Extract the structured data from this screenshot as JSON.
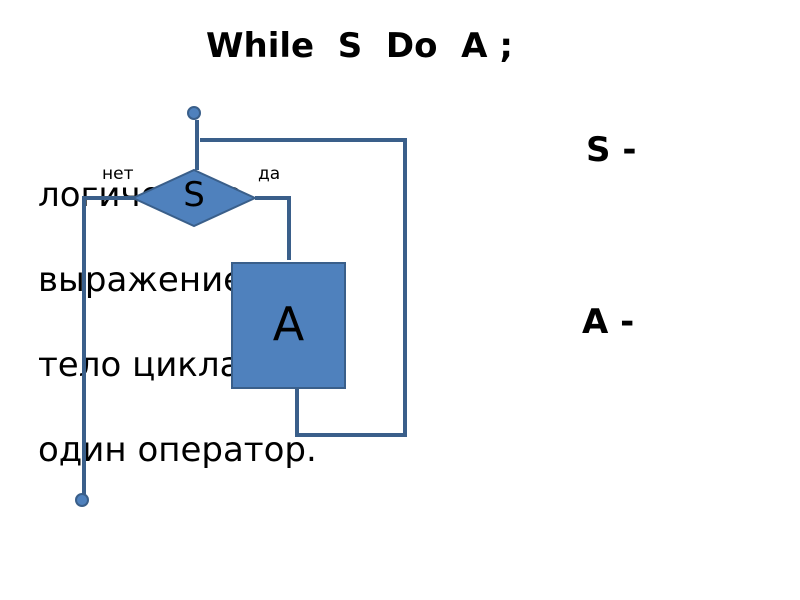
{
  "title": "While  S  Do  A ;",
  "body_lines": [
    "логическое",
    "выражение;",
    "тело цикла –",
    "один оператор."
  ],
  "side_labels": {
    "s": "S -",
    "a": "A -"
  },
  "flowchart": {
    "condition_label": "S",
    "body_label": "A",
    "branch_no": "нет",
    "branch_yes": "да",
    "line_color": "#3a5f8a",
    "fill_color": "#4f81bd"
  }
}
